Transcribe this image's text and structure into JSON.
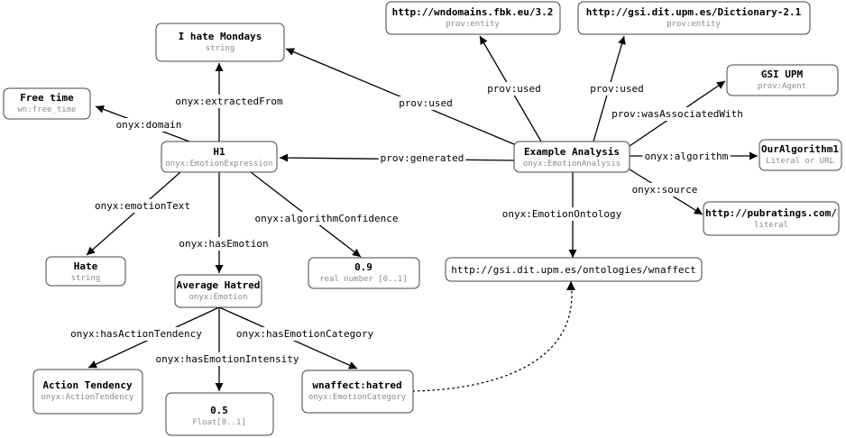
{
  "nodes": {
    "i_hate_mondays": {
      "title": "I hate Mondays",
      "subtitle": "string"
    },
    "free_time": {
      "title": "Free time",
      "subtitle": "wn:free_time"
    },
    "h1": {
      "title": "H1",
      "subtitle": "onyx:EmotionExpression"
    },
    "hate": {
      "title": "Hate",
      "subtitle": "string"
    },
    "average_hatred": {
      "title": "Average Hatred",
      "subtitle": "onyx:Emotion"
    },
    "confidence": {
      "title": "0.9",
      "subtitle": "real number [0..1]"
    },
    "action_tendency": {
      "title": "Action Tendency",
      "subtitle": "onyx:ActionTendency"
    },
    "intensity": {
      "title": "0.5",
      "subtitle": "Float[0..1]"
    },
    "wnaffect_hatred": {
      "title": "wnaffect:hatred",
      "subtitle": "onyx:EmotionCategory"
    },
    "wndomains": {
      "title": "http://wndomains.fbk.eu/3.2",
      "subtitle": "prov:entity"
    },
    "dictionary": {
      "title": "http://gsi.dit.upm.es/Dictionary-2.1",
      "subtitle": "prov:entity"
    },
    "gsi_upm": {
      "title": "GSI UPM",
      "subtitle": "prov:Agent"
    },
    "example_analysis": {
      "title": "Example Analysis",
      "subtitle": "onyx:EmotionAnalysis"
    },
    "our_algorithm": {
      "title": "OurAlgorithm1",
      "subtitle": "Literal or URL"
    },
    "pubratings": {
      "title": "http://pubratings.com/",
      "subtitle": "literal"
    },
    "wnaffect_ontology": {
      "title": "http://gsi.dit.upm.es/ontologies/wnaffect",
      "subtitle": ""
    }
  },
  "edges": {
    "extracted_from": "onyx:extractedFrom",
    "domain": "onyx:domain",
    "emotion_text": "onyx:emotionText",
    "has_emotion": "onyx:hasEmotion",
    "algorithm_confidence": "onyx:algorithmConfidence",
    "has_action_tendency": "onyx:hasActionTendency",
    "has_emotion_intensity": "onyx:hasEmotionIntensity",
    "has_emotion_category": "onyx:hasEmotionCategory",
    "prov_used_1": "prov:used",
    "prov_used_2": "prov:used",
    "prov_used_3": "prov:used",
    "was_associated_with": "prov:wasAssociatedWith",
    "generated": "prov:generated",
    "algorithm": "onyx:algorithm",
    "source": "onyx:source",
    "emotion_ontology": "onyx:EmotionOntology"
  }
}
